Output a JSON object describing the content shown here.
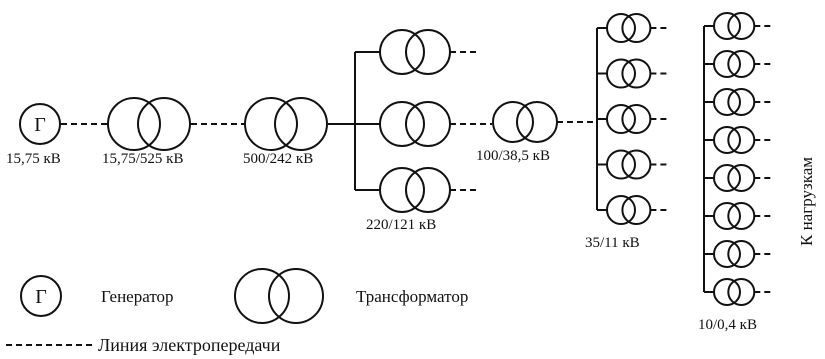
{
  "generator_symbol": "Г",
  "labels": {
    "gen": "15,75 кВ",
    "t1": "15,75/525 кВ",
    "t2": "500/242 кВ",
    "t3": "220/121 кВ",
    "t4": "100/38,5 кВ",
    "t5": "35/11 кВ",
    "t6": "10/0,4 кВ",
    "to_loads": "К нагрузкам"
  },
  "legend": {
    "generator": "Генератор",
    "transformer": "Трансформатор",
    "line": "Линия электропередачи"
  },
  "counts": {
    "level_220_branches": 3,
    "level_35_branches": 5,
    "level_10_branches": 8
  }
}
